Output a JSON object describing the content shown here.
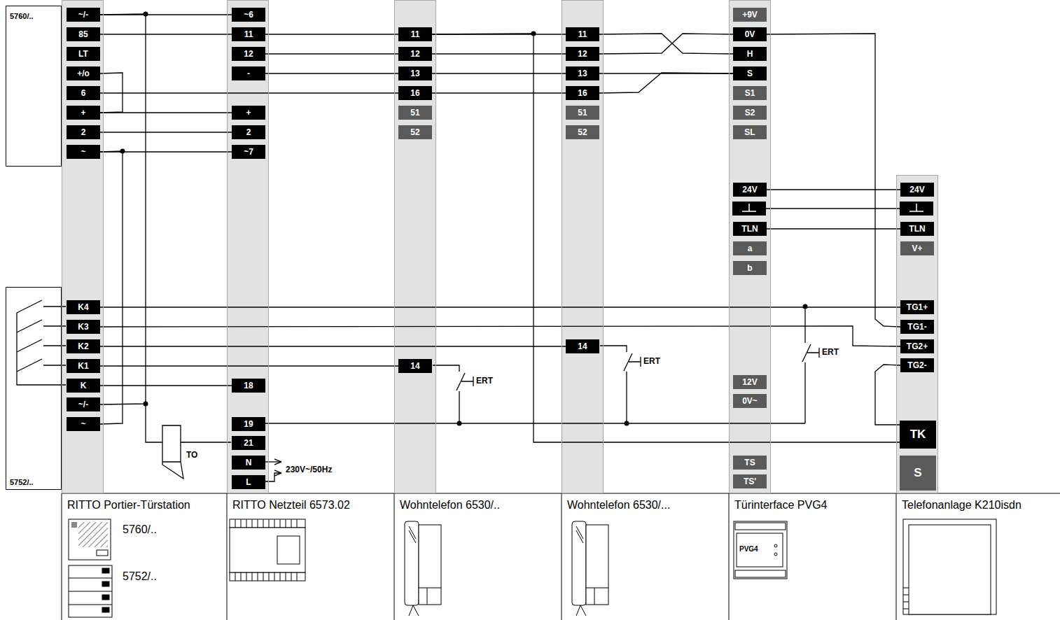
{
  "diagram": {
    "nodes": [
      {
        "text": [
          "5760/.."
        ]
      },
      {
        "text": [
          "5752/.."
        ]
      },
      {
        "text": [
          "RITTO Portier-Türstation"
        ]
      },
      {
        "text": [
          "~/-"
        ],
        "in": 2
      },
      {
        "text": [
          "85"
        ],
        "in": 2
      },
      {
        "text": [
          "LT"
        ],
        "in": 2
      },
      {
        "text": [
          "+/o"
        ],
        "in": 2
      },
      {
        "text": [
          "6"
        ],
        "in": 2
      },
      {
        "text": [
          "+"
        ],
        "in": 2
      },
      {
        "text": [
          "2"
        ],
        "in": 2
      },
      {
        "text": [
          "~"
        ],
        "in": 2
      },
      {
        "text": [
          "K4"
        ],
        "in": 2
      },
      {
        "text": [
          "K3"
        ],
        "in": 2
      },
      {
        "text": [
          "K2"
        ],
        "in": 2
      },
      {
        "text": [
          "K1"
        ],
        "in": 2
      },
      {
        "text": [
          "K"
        ],
        "in": 2
      },
      {
        "text": [
          "~/-"
        ],
        "in": 2
      },
      {
        "text": [
          "~"
        ],
        "in": 2
      },
      {
        "text": [
          "RITTO Netzteil 6573.02"
        ]
      },
      {
        "text": [
          "~6"
        ],
        "in": 18
      },
      {
        "text": [
          "11"
        ],
        "in": 18
      },
      {
        "text": [
          "12"
        ],
        "in": 18
      },
      {
        "text": [
          "-"
        ],
        "in": 18
      },
      {
        "text": [
          "+"
        ],
        "in": 18
      },
      {
        "text": [
          "2"
        ],
        "in": 18
      },
      {
        "text": [
          "~7"
        ],
        "in": 18
      },
      {
        "text": [
          "18"
        ],
        "in": 18
      },
      {
        "text": [
          "19"
        ],
        "in": 18
      },
      {
        "text": [
          "21"
        ],
        "in": 18
      },
      {
        "text": [
          "N"
        ],
        "in": 18
      },
      {
        "text": [
          "L"
        ],
        "in": 18
      },
      {
        "text": [
          "Wohntelefon 6530/.."
        ]
      },
      {
        "text": [
          "11"
        ],
        "in": 31
      },
      {
        "text": [
          "12"
        ],
        "in": 31
      },
      {
        "text": [
          "13"
        ],
        "in": 31
      },
      {
        "text": [
          "16"
        ],
        "in": 31
      },
      {
        "text": [
          "51"
        ],
        "in": 31
      },
      {
        "text": [
          "52"
        ],
        "in": 31
      },
      {
        "text": [
          "14"
        ],
        "in": 31
      },
      {
        "text": [
          "Wohntelefon 6530/..."
        ]
      },
      {
        "text": [
          "11"
        ],
        "in": 39
      },
      {
        "text": [
          "12"
        ],
        "in": 39
      },
      {
        "text": [
          "13"
        ],
        "in": 39
      },
      {
        "text": [
          "16"
        ],
        "in": 39
      },
      {
        "text": [
          "51"
        ],
        "in": 39
      },
      {
        "text": [
          "52"
        ],
        "in": 39
      },
      {
        "text": [
          "14"
        ],
        "in": 39
      },
      {
        "text": [
          "Türinterface PVG4"
        ]
      },
      {
        "text": [
          "+9V"
        ],
        "in": 47
      },
      {
        "text": [
          "0V"
        ],
        "in": 47
      },
      {
        "text": [
          "H"
        ],
        "in": 47
      },
      {
        "text": [
          "S"
        ],
        "in": 47
      },
      {
        "text": [
          "S1"
        ],
        "in": 47
      },
      {
        "text": [
          "S2"
        ],
        "in": 47
      },
      {
        "text": [
          "SL"
        ],
        "in": 47
      },
      {
        "text": [
          "24V"
        ],
        "in": 47
      },
      {
        "text": [
          "TLN"
        ],
        "in": 47
      },
      {
        "text": [
          "a"
        ],
        "in": 47
      },
      {
        "text": [
          "b"
        ],
        "in": 47
      },
      {
        "text": [
          "12V"
        ],
        "in": 47
      },
      {
        "text": [
          "0V~"
        ],
        "in": 47
      },
      {
        "text": [
          "TS"
        ],
        "in": 47
      },
      {
        "text": [
          "TS'"
        ],
        "in": 47
      },
      {
        "text": [
          "Telefonanlage K210isdn"
        ]
      },
      {
        "text": [
          "24V"
        ],
        "in": 63
      },
      {
        "text": [
          "TLN"
        ],
        "in": 63
      },
      {
        "text": [
          "V+"
        ],
        "in": 63
      },
      {
        "text": [
          "TG1+"
        ],
        "in": 63
      },
      {
        "text": [
          "TG1-"
        ],
        "in": 63
      },
      {
        "text": [
          "TG2+"
        ],
        "in": 63
      },
      {
        "text": [
          "TG2-"
        ],
        "in": 63
      },
      {
        "text": [
          "TK"
        ],
        "in": 63
      },
      {
        "text": [
          "S"
        ],
        "in": 63
      }
    ],
    "edges": [
      {
        "from": 3,
        "to": 19,
        "arrow": "none"
      },
      {
        "from": 3,
        "to": 16,
        "arrow": "none"
      },
      {
        "from": 4,
        "to": 20,
        "arrow": "none"
      },
      {
        "from": 20,
        "to": 32,
        "arrow": "none"
      },
      {
        "from": 32,
        "to": 40,
        "arrow": "none"
      },
      {
        "from": 32,
        "to": 71,
        "arrow": "none"
      },
      {
        "from": 40,
        "to": 50,
        "arrow": "none"
      },
      {
        "from": 41,
        "to": 49,
        "arrow": "none"
      },
      {
        "from": 42,
        "to": 51,
        "arrow": "none"
      },
      {
        "from": 43,
        "to": 51,
        "arrow": "none"
      },
      {
        "from": 6,
        "to": 8,
        "arrow": "none"
      },
      {
        "from": 7,
        "to": 35,
        "arrow": "none"
      },
      {
        "from": 35,
        "to": 43,
        "arrow": "none"
      },
      {
        "from": 8,
        "to": 23,
        "arrow": "none"
      },
      {
        "from": 9,
        "to": 24,
        "arrow": "none"
      },
      {
        "from": 10,
        "to": 25,
        "arrow": "none"
      },
      {
        "from": 10,
        "to": 17,
        "arrow": "none"
      },
      {
        "from": 21,
        "to": 33,
        "arrow": "none"
      },
      {
        "from": 33,
        "to": 41,
        "arrow": "none"
      },
      {
        "from": 22,
        "to": 34,
        "arrow": "none"
      },
      {
        "from": 34,
        "to": 42,
        "arrow": "none"
      },
      {
        "from": 55,
        "to": 64,
        "arrow": "none"
      },
      {
        "from": 56,
        "to": 65,
        "arrow": "none"
      },
      {
        "from": 11,
        "to": 67,
        "arrow": "none"
      },
      {
        "from": 12,
        "to": 69,
        "arrow": "none"
      },
      {
        "from": 13,
        "to": 46,
        "arrow": "none"
      },
      {
        "from": 14,
        "to": 38,
        "arrow": "none"
      },
      {
        "from": 15,
        "to": 26,
        "arrow": "none"
      },
      {
        "from": 49,
        "to": 68,
        "arrow": "none"
      },
      {
        "from": 70,
        "to": 71,
        "arrow": "none"
      }
    ],
    "labels": [
      "TO",
      "230V~/50Hz",
      "ERT",
      "ERT",
      "ERT",
      "5760/..",
      "5752/..",
      "PVG4"
    ]
  }
}
